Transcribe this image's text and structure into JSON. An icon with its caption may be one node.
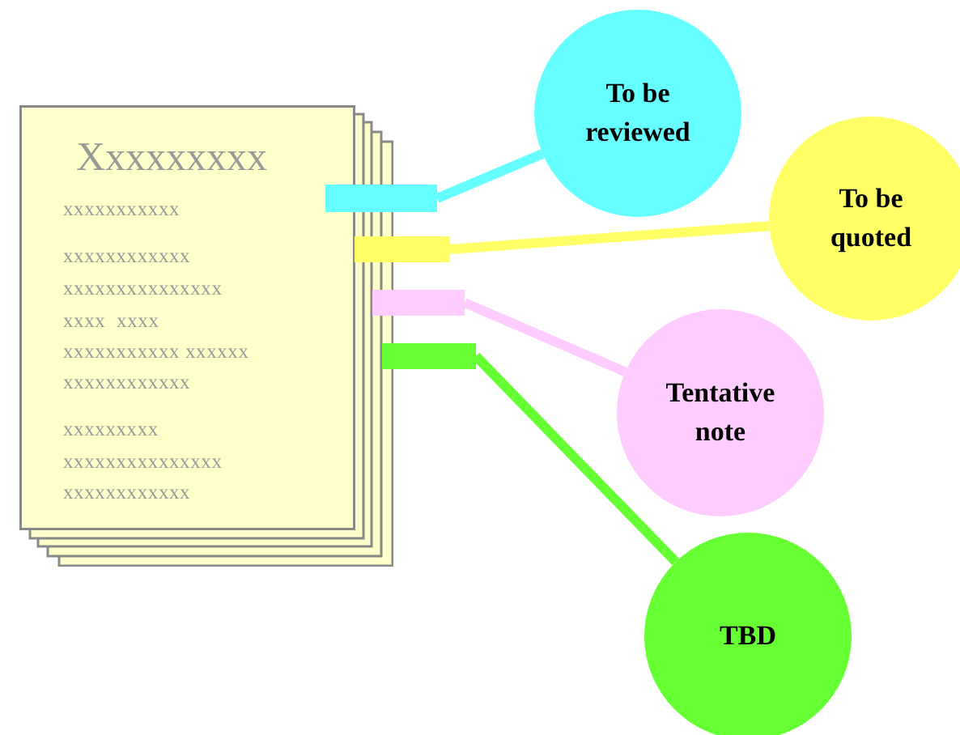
{
  "diagram": {
    "nodes": [
      {
        "text": [
          "Xxxxxxxxx",
          "xxxxxxxxxxx",
          "xxxxxxxxxxxx",
          "xxxxxxxxxxxxxxx",
          "xxxx  xxxx",
          "xxxxxxxxxxx xxxxxx",
          "xxxxxxxxxxxx",
          "xxxxxxxxx",
          "xxxxxxxxxxxxxxx",
          "xxxxxxxxxxxx"
        ]
      },
      {
        "text": [],
        "shape": "bar"
      },
      {
        "text": [],
        "shape": "bar"
      },
      {
        "text": [],
        "shape": "bar"
      },
      {
        "text": [],
        "shape": "bar"
      },
      {
        "text": [
          "To be reviewed"
        ]
      },
      {
        "text": [
          "To be quoted"
        ]
      },
      {
        "text": [
          "Tentative note"
        ]
      },
      {
        "text": [
          "TBD"
        ]
      }
    ],
    "edges": [
      {
        "from": 1,
        "to": 5,
        "arrow": "none",
        "color": "#66ffff"
      },
      {
        "from": 2,
        "to": 6,
        "arrow": "none",
        "color": "#ffff66"
      },
      {
        "from": 3,
        "to": 7,
        "arrow": "none",
        "color": "#ffccff"
      },
      {
        "from": 4,
        "to": 8,
        "arrow": "none",
        "color": "#66ff33"
      }
    ]
  }
}
